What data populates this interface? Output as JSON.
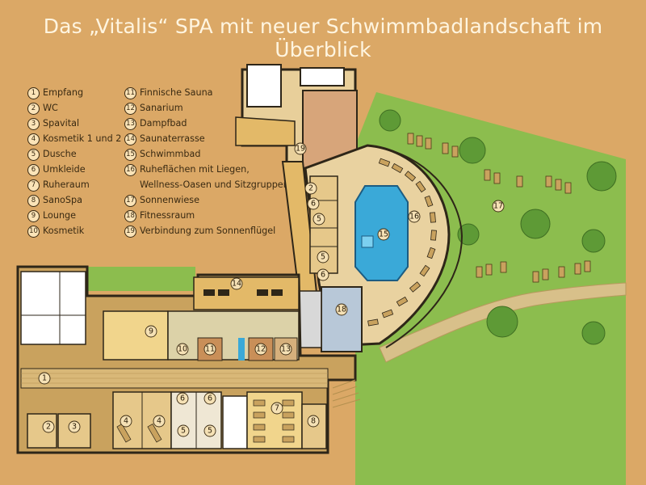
{
  "title": "Das „Vitalis“ SPA mit neuer Schwimmbadlandschaft im Überblick",
  "legend": [
    {
      "n": "1",
      "label": "Empfang"
    },
    {
      "n": "2",
      "label": "WC"
    },
    {
      "n": "3",
      "label": "Spavital"
    },
    {
      "n": "4",
      "label": "Kosmetik 1 und 2"
    },
    {
      "n": "5",
      "label": "Dusche"
    },
    {
      "n": "6",
      "label": "Umkleide"
    },
    {
      "n": "7",
      "label": "Ruheraum"
    },
    {
      "n": "8",
      "label": "SanoSpa"
    },
    {
      "n": "9",
      "label": "Lounge"
    },
    {
      "n": "10",
      "label": "Kosmetik"
    },
    {
      "n": "11",
      "label": "Finnische Sauna"
    },
    {
      "n": "12",
      "label": "Sanarium"
    },
    {
      "n": "13",
      "label": "Dampfbad"
    },
    {
      "n": "14",
      "label": "Saunaterrasse"
    },
    {
      "n": "15",
      "label": "Schwimmbad"
    },
    {
      "n": "16",
      "label": "Ruheflächen mit Liegen,",
      "label2": "Wellness-Oasen und Sitzgruppen"
    },
    {
      "n": "17",
      "label": "Sonnenwiese"
    },
    {
      "n": "18",
      "label": "Fitnessraum"
    },
    {
      "n": "19",
      "label": "Verbindung zum Sonnenflügel"
    }
  ],
  "map_markers": [
    {
      "n": "1"
    },
    {
      "n": "2"
    },
    {
      "n": "2"
    },
    {
      "n": "3"
    },
    {
      "n": "4"
    },
    {
      "n": "4"
    },
    {
      "n": "5"
    },
    {
      "n": "5"
    },
    {
      "n": "5"
    },
    {
      "n": "5"
    },
    {
      "n": "6"
    },
    {
      "n": "6"
    },
    {
      "n": "6"
    },
    {
      "n": "6"
    },
    {
      "n": "7"
    },
    {
      "n": "8"
    },
    {
      "n": "9"
    },
    {
      "n": "10"
    },
    {
      "n": "11"
    },
    {
      "n": "12"
    },
    {
      "n": "13"
    },
    {
      "n": "14"
    },
    {
      "n": "15"
    },
    {
      "n": "16"
    },
    {
      "n": "17"
    },
    {
      "n": "18"
    },
    {
      "n": "19"
    }
  ],
  "colors": {
    "background": "#dba866",
    "lawn": "#8cbd4e",
    "pool": "#3aa9d8",
    "building": "#c9a25e",
    "rooms": "#e6c88a",
    "walls": "#2e2618"
  }
}
